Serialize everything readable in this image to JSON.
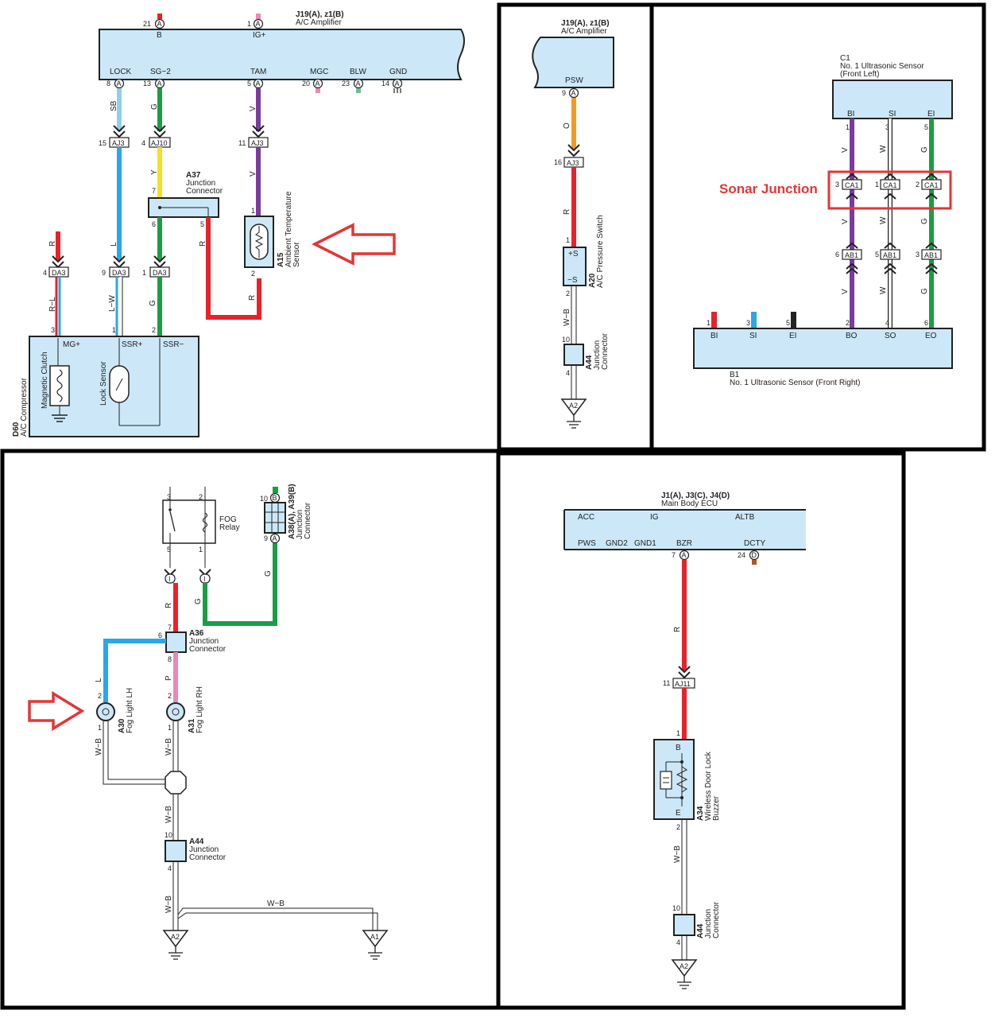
{
  "colors": {
    "panel_fill": "#cce8f8",
    "wire_red": "#e8222a",
    "wire_blue": "#28a8e8",
    "wire_green": "#1a9e44",
    "wire_yellow": "#f5e020",
    "wire_purple": "#7b3b9e",
    "wire_orange": "#f39a1e",
    "wire_pink": "#e88ab8",
    "wire_light_blue": "#8fcfee",
    "highlight_red": "#e53535",
    "wire_black": "#222222"
  },
  "panel_ac": {
    "amp_id": "J19(A), z1(B)",
    "amp_name": "A/C Amplifier",
    "pin_b_num": "21",
    "pin_b_conn": "A",
    "pin_b": "B",
    "pin_ig_num": "1",
    "pin_ig_conn": "A",
    "pin_ig": "IG+",
    "lock": "LOCK",
    "lock_num": "8",
    "sg2": "SG−2",
    "sg2_num": "13",
    "tam": "TAM",
    "tam_num": "5",
    "mgc": "MGC",
    "mgc_num": "20",
    "blw": "BLW",
    "blw_num": "23",
    "gnd": "GND",
    "gnd_num": "14",
    "conn_a": "A",
    "w_sb": "SB",
    "w_g": "G",
    "w_v": "V",
    "w_y": "Y",
    "w_r": "R",
    "w_l": "L",
    "w_rl": "R−L",
    "w_lw": "L−W",
    "aj3": "AJ3",
    "aj10": "AJ10",
    "n15": "15",
    "n4": "4",
    "n11": "11",
    "n7": "7",
    "n6": "6",
    "n5": "5",
    "n1": "1",
    "n2": "2",
    "n9": "9",
    "n3": "3",
    "a37": "A37",
    "a37_name1": "Junction",
    "a37_name2": "Connector",
    "a15": "A15",
    "a15_name1": "Ambient Temperature",
    "a15_name2": "Sensor",
    "da3": "DA3",
    "mg": "MG+",
    "ssrp": "SSR+",
    "ssrm": "SSR−",
    "clutch": "Magnetic Clutch",
    "lock_sensor": "Lock Sensor",
    "d60": "D60",
    "d60_name": "A/C Compressor"
  },
  "panel_psw": {
    "amp_id": "J19(A), z1(B)",
    "amp_name": "A/C Amplifier",
    "psw": "PSW",
    "psw_num": "9",
    "conn_a": "A",
    "w_o": "O",
    "aj3": "AJ3",
    "n16": "16",
    "w_r": "R",
    "n1": "1",
    "plus_s": "+S",
    "minus_s": "−S",
    "a20": "A20",
    "a20_name": "A/C Pressure Switch",
    "n2": "2",
    "w_wb": "W−B",
    "n10": "10",
    "n4": "4",
    "a44": "A44",
    "a44_name1": "Junction",
    "a44_name2": "Connector",
    "ground": "A2"
  },
  "panel_sonar": {
    "c1_id": "C1",
    "c1_name": "No. 1 Ultrasonic Sensor",
    "c1_side": "(Front Left)",
    "bi": "BI",
    "si": "SI",
    "ei": "EI",
    "bo": "BO",
    "so": "SO",
    "eo": "EO",
    "n1": "1",
    "n2": "2",
    "n3": "3",
    "n4": "4",
    "n5": "5",
    "n6": "6",
    "w_v": "V",
    "w_w": "W",
    "w_g": "G",
    "ca1": "CA1",
    "ab1": "AB1",
    "title": "Sonar Junction",
    "b1_id": "B1",
    "b1_name": "No. 1 Ultrasonic Sensor (Front Right)"
  },
  "panel_fog": {
    "relay_name1": "FOG",
    "relay_name2": "Relay",
    "n3": "3",
    "n2": "2",
    "n5": "5",
    "n1": "1",
    "n10": "10",
    "n9": "9",
    "n7": "7",
    "n6": "6",
    "n8": "8",
    "n4": "4",
    "conn_b": "B",
    "conn_a": "A",
    "conn_i": "I",
    "a38_id": "A38(A), A39(B)",
    "a38_name1": "Junction",
    "a38_name2": "Connector",
    "w_r": "R",
    "w_g": "G",
    "w_l": "L",
    "w_p": "P",
    "w_wb": "W−B",
    "a36": "A36",
    "a36_name1": "Junction",
    "a36_name2": "Connector",
    "a30": "A30",
    "a30_name": "Fog Light LH",
    "a31": "A31",
    "a31_name": "Fog Light RH",
    "a44": "A44",
    "a44_name1": "Junction",
    "a44_name2": "Connector",
    "gnd_a2": "A2",
    "gnd_a1": "A1"
  },
  "panel_buzzer": {
    "ecu_id": "J1(A), J3(C), J4(D)",
    "ecu_name": "Main Body ECU",
    "acc": "ACC",
    "ig": "IG",
    "altb": "ALTB",
    "pws": "PWS",
    "gnd2": "GND2",
    "gnd1": "GND1",
    "bzr": "BZR",
    "dcty": "DCTY",
    "n7": "7",
    "n24": "24",
    "conn_a": "A",
    "conn_d": "D",
    "w_r": "R",
    "n11": "11",
    "aj11": "AJ11",
    "n1": "1",
    "b": "B",
    "e": "E",
    "a34": "A34",
    "a34_name1": "Wireless Door Lock",
    "a34_name2": "Buzzer",
    "n2": "2",
    "w_wb": "W−B",
    "n10": "10",
    "n4": "4",
    "a44": "A44",
    "a44_name1": "Junction",
    "a44_name2": "Connector",
    "ground": "A2"
  }
}
